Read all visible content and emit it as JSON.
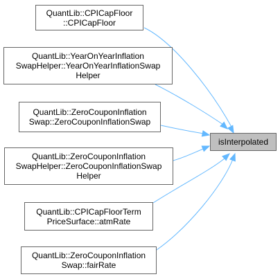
{
  "graph": {
    "target": {
      "label": "isInterpolated"
    },
    "callers": [
      {
        "lines": [
          "QuantLib::CPICapFloor",
          "::CPICapFloor"
        ]
      },
      {
        "lines": [
          "QuantLib::YearOnYearInflation",
          "SwapHelper::YearOnYearInflationSwap",
          "Helper"
        ]
      },
      {
        "lines": [
          "QuantLib::ZeroCouponInflation",
          "Swap::ZeroCouponInflationSwap"
        ]
      },
      {
        "lines": [
          "QuantLib::ZeroCouponInflation",
          "SwapHelper::ZeroCouponInflationSwap",
          "Helper"
        ]
      },
      {
        "lines": [
          "QuantLib::CPICapFloorTerm",
          "PriceSurface::atmRate"
        ]
      },
      {
        "lines": [
          "QuantLib::ZeroCouponInflation",
          "Swap::fairRate"
        ]
      }
    ],
    "colors": {
      "edge": "#63b8ff",
      "node_border": "#666666",
      "target_fill": "#bfbfbf"
    }
  }
}
